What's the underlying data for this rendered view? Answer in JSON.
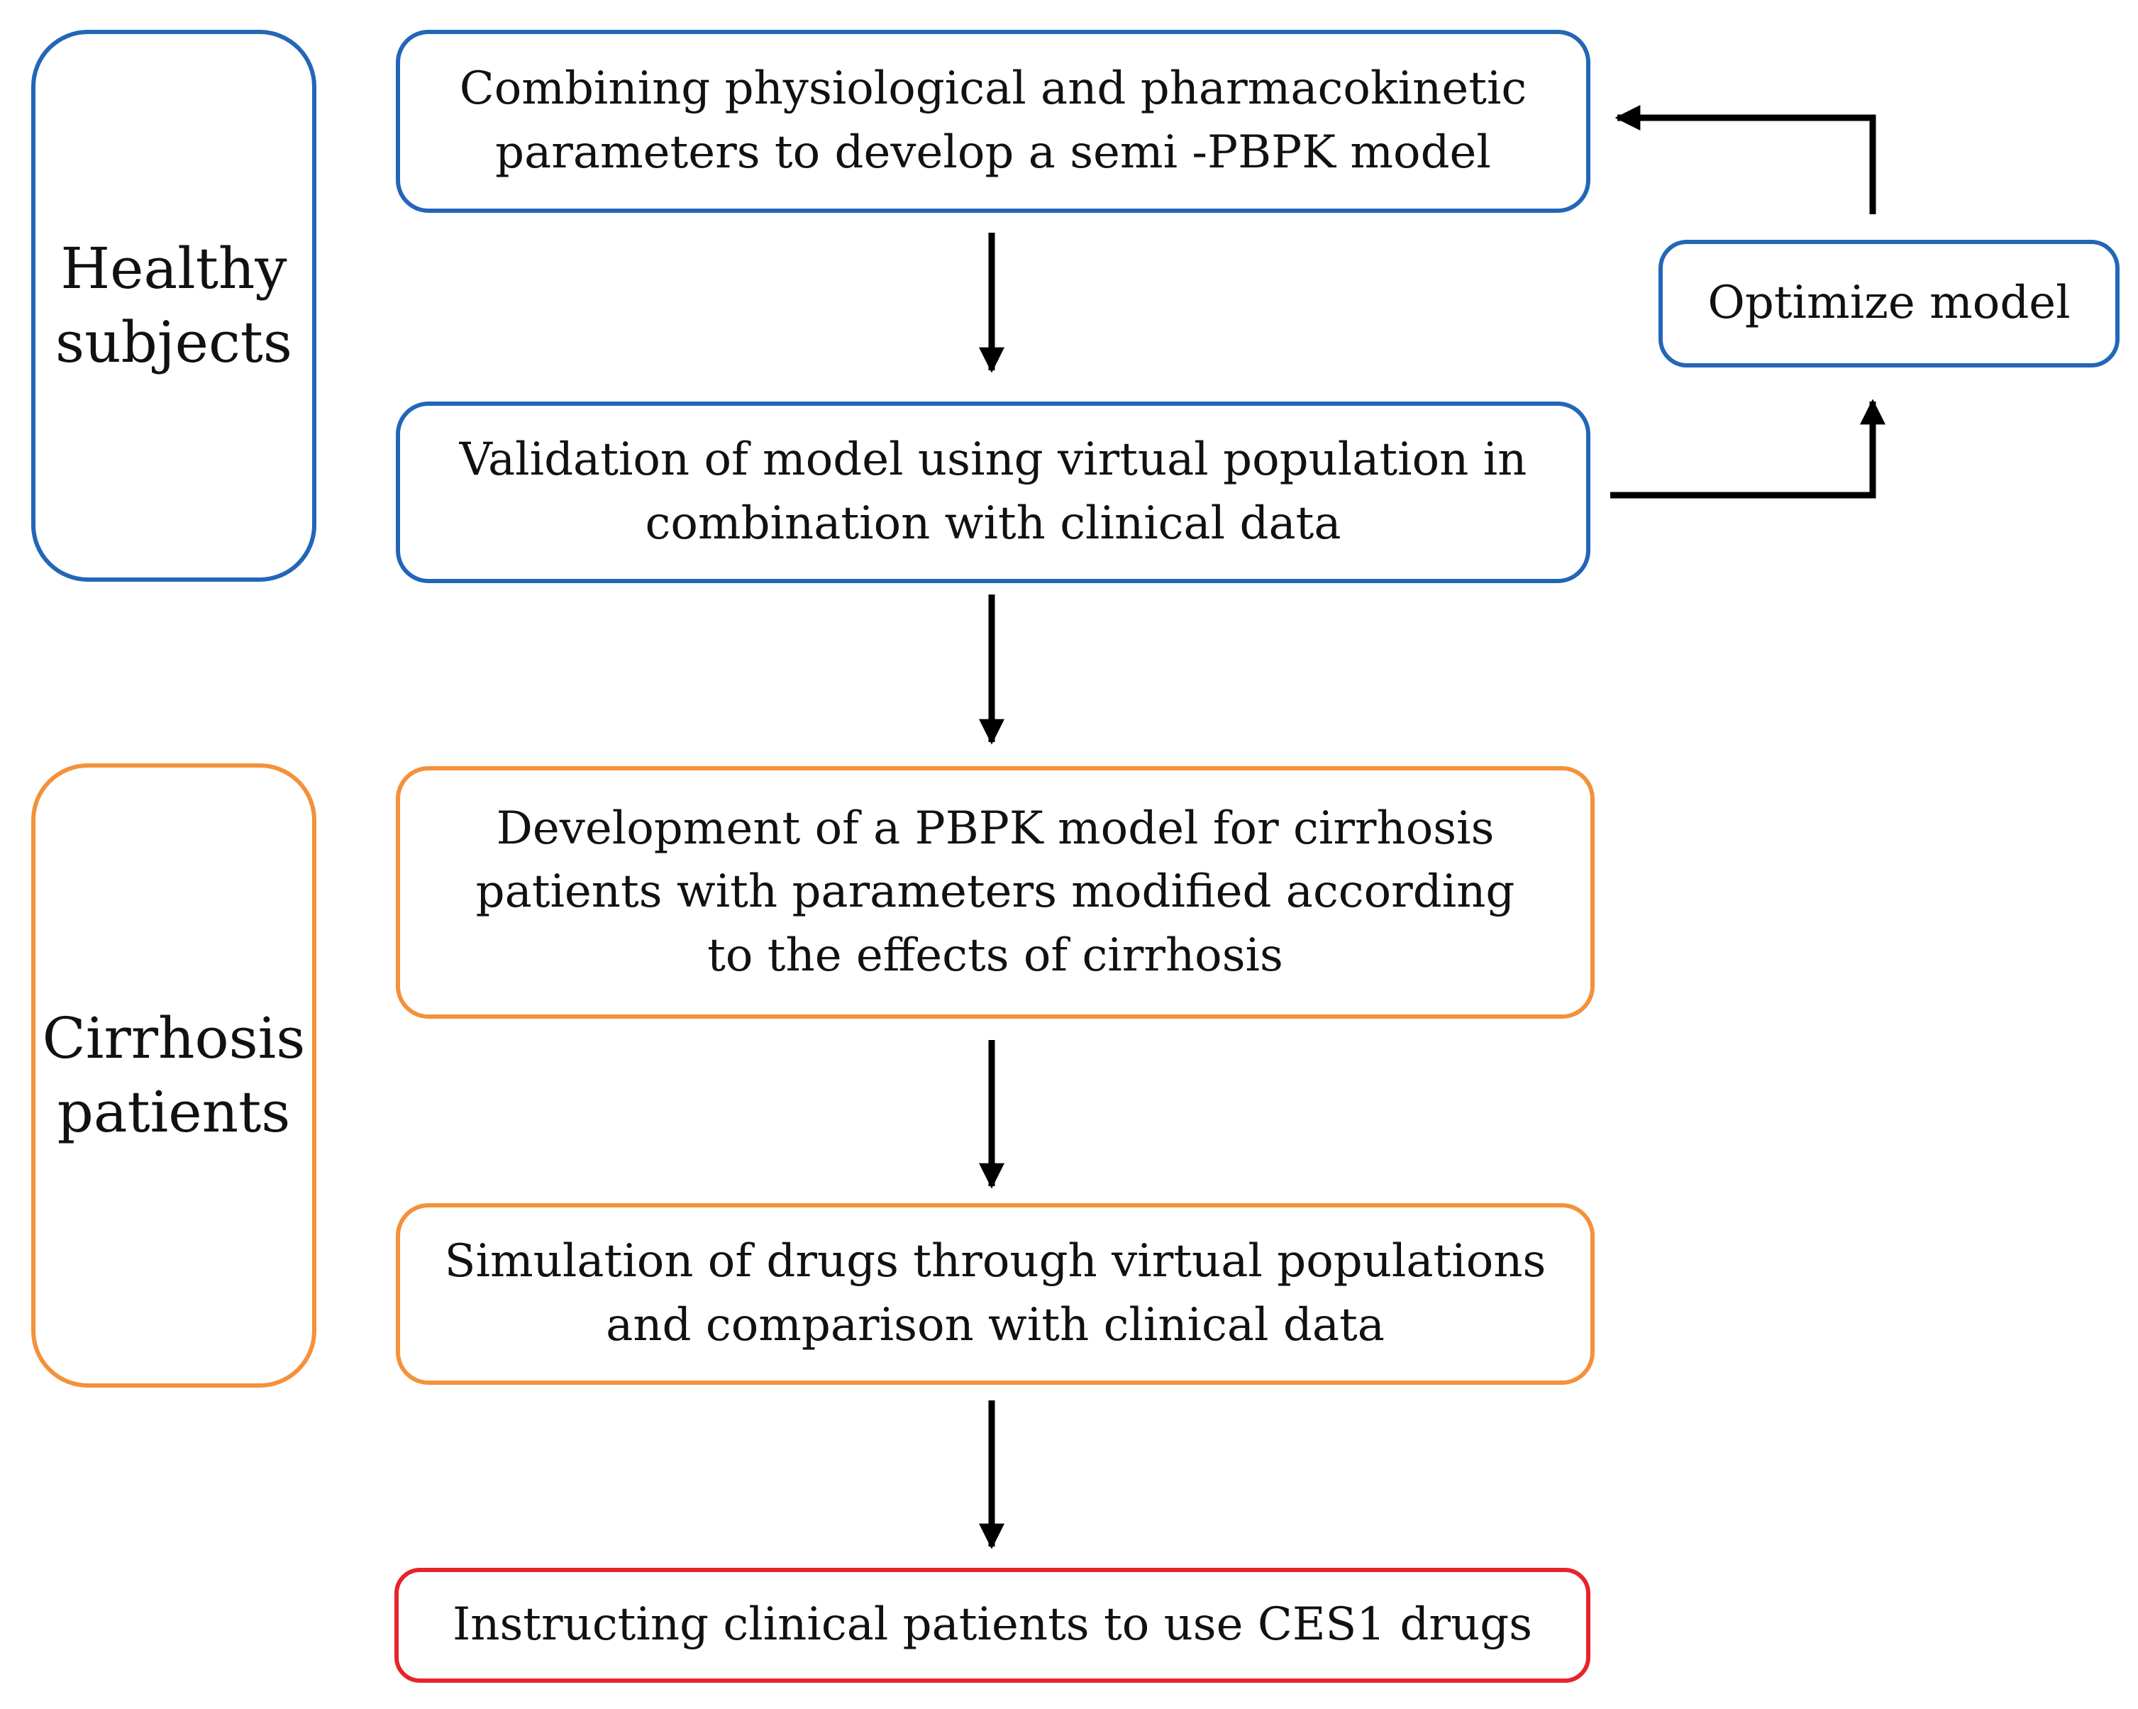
{
  "groups": {
    "healthy": {
      "lines": [
        "Healthy",
        "subjects"
      ],
      "color": "#2366b8"
    },
    "cirrhosis": {
      "lines": [
        "Cirrhosis",
        "patients"
      ],
      "color": "#f4913a"
    }
  },
  "steps": {
    "combine": {
      "lines": [
        "Combining physiological and pharmacokinetic",
        "parameters to develop a semi -PBPK model"
      ]
    },
    "validate": {
      "lines": [
        "Validation of model using virtual population in",
        "combination with clinical data"
      ]
    },
    "optimize": {
      "lines": [
        "Optimize model"
      ]
    },
    "develop": {
      "lines": [
        "Development of a PBPK model for cirrhosis",
        "patients with parameters modified according",
        "to the effects of cirrhosis"
      ]
    },
    "simulate": {
      "lines": [
        "Simulation of drugs through virtual populations",
        "and comparison with clinical data"
      ]
    },
    "instruct": {
      "lines": [
        "Instructing clinical patients to use CES1 drugs"
      ],
      "color": "#e8232a"
    }
  },
  "colors": {
    "arrow": "#000000"
  }
}
